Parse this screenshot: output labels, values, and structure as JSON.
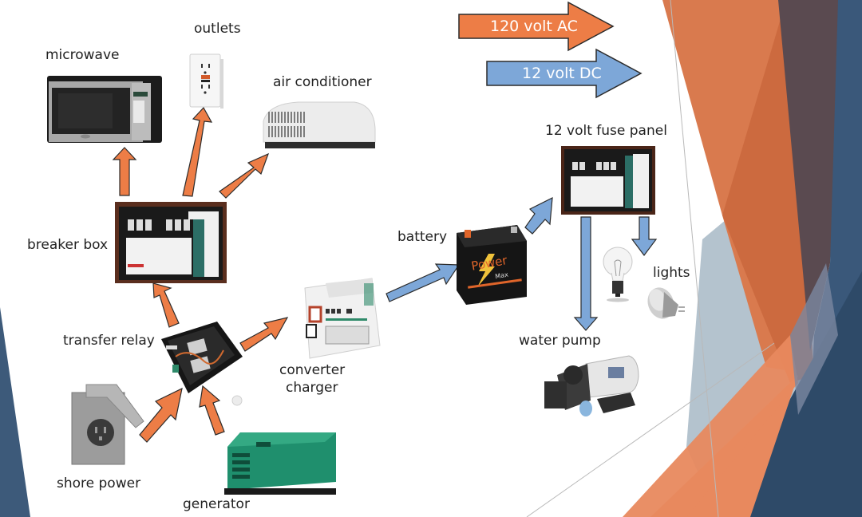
{
  "legend": {
    "ac": {
      "label": "120 volt AC",
      "color": "#ED7D46"
    },
    "dc": {
      "label": "12 volt DC",
      "color": "#7DA7D8"
    }
  },
  "colors": {
    "arrow_outline": "#2b2b2b",
    "slate_blue": "#3D5A7A",
    "dark_navy": "#2E4A68",
    "plum_gray": "#5A4A50",
    "orange_dark": "#D36E42",
    "orange_light": "#E8895E",
    "gray_blue": "#A7B8C6"
  },
  "labels": {
    "microwave": "microwave",
    "outlets": "outlets",
    "air_conditioner": "air conditioner",
    "breaker_box": "breaker box",
    "transfer_relay": "transfer relay",
    "converter_charger_1": "converter",
    "converter_charger_2": "charger",
    "shore_power": "shore power",
    "generator": "generator",
    "battery": "battery",
    "fuse_panel": "12 volt fuse panel",
    "lights": "lights",
    "water_pump": "water pump"
  },
  "battery_brand": {
    "line1": "Power",
    "line2": "Max"
  },
  "flows": [
    {
      "from": "shore power",
      "to": "transfer relay",
      "type": "AC"
    },
    {
      "from": "generator",
      "to": "transfer relay",
      "type": "AC"
    },
    {
      "from": "transfer relay",
      "to": "breaker box",
      "type": "AC"
    },
    {
      "from": "transfer relay",
      "to": "converter charger",
      "type": "AC"
    },
    {
      "from": "breaker box",
      "to": "microwave",
      "type": "AC"
    },
    {
      "from": "breaker box",
      "to": "outlets",
      "type": "AC"
    },
    {
      "from": "breaker box",
      "to": "air conditioner",
      "type": "AC"
    },
    {
      "from": "converter charger",
      "to": "battery",
      "type": "DC"
    },
    {
      "from": "battery",
      "to": "12 volt fuse panel",
      "type": "DC"
    },
    {
      "from": "12 volt fuse panel",
      "to": "lights",
      "type": "DC"
    },
    {
      "from": "12 volt fuse panel",
      "to": "water pump",
      "type": "DC"
    }
  ]
}
